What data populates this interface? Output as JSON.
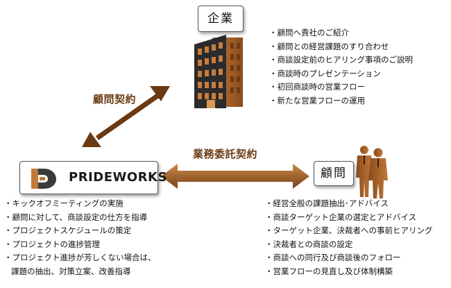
{
  "colors": {
    "arrow": "#6b3a12",
    "building_brown": "#b06a2c",
    "building_dark": "#2b2b2b",
    "people": "#b06a2c"
  },
  "nodes": {
    "company": {
      "label": "企業",
      "icon": "office-building-icon"
    },
    "prideworks": {
      "label": "PRIDEWORKS",
      "icon": "prideworks-logo-mark"
    },
    "advisor": {
      "label": "顧問",
      "icon": "business-people-icon"
    }
  },
  "arrows": {
    "contract": "顧問契約",
    "commission": "業務委託契約"
  },
  "lists": {
    "company": [
      "・顧問へ貴社のご紹介",
      "・顧問との経営課題のすり合わせ",
      "・商談設定前のヒアリング事項のご説明",
      "・商談時のプレゼンテーション",
      "・初回商談時の営業フロー",
      "・新たな営業フローの運用"
    ],
    "prideworks": [
      "・キックオフミーティングの実施",
      "・顧問に対して、商談設定の仕方を指導",
      "・プロジェクトスケジュールの策定",
      "・プロジェクトの進捗管理",
      "・プロジェクト進捗が芳しくない場合は、",
      "課題の抽出、対策立案、改善指導"
    ],
    "advisor": [
      "・経営全般の課題抽出･アドバイス",
      "・商談ターゲット企業の選定とアドバイス",
      "・ターゲット企業、決裁者への事前ヒアリング",
      "・決裁者との商談の設定",
      "・商談への同行及び商談後のフォロー",
      "・営業フローの見直し及び体制構築"
    ]
  }
}
